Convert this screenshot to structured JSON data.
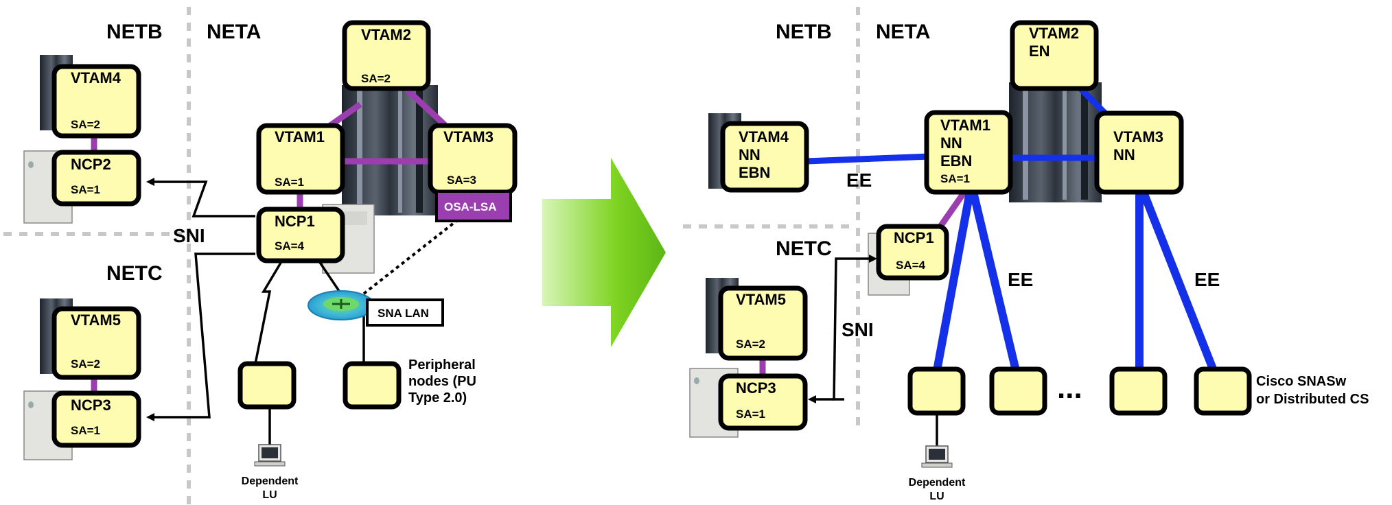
{
  "left": {
    "netb": "NETB",
    "neta": "NETA",
    "netc": "NETC",
    "vtam2": {
      "name": "VTAM2",
      "sa": "SA=2"
    },
    "vtam4": {
      "name": "VTAM4",
      "sa": "SA=2"
    },
    "ncp2": {
      "name": "NCP2",
      "sa": "SA=1"
    },
    "vtam1": {
      "name": "VTAM1",
      "sa": "SA=1"
    },
    "vtam3": {
      "name": "VTAM3",
      "sa": "SA=3"
    },
    "osa": "OSA-LSA",
    "sni": "SNI",
    "ncp1": {
      "name": "NCP1",
      "sa": "SA=4"
    },
    "sna_lan": "SNA LAN",
    "vtam5": {
      "name": "VTAM5",
      "sa": "SA=2"
    },
    "ncp3": {
      "name": "NCP3",
      "sa": "SA=1"
    },
    "peripheral": [
      "Peripheral",
      "nodes (PU",
      "Type 2.0)"
    ],
    "dependent_lu": [
      "Dependent",
      "LU"
    ]
  },
  "right": {
    "netb": "NETB",
    "neta": "NETA",
    "netc": "NETC",
    "vtam2": [
      "VTAM2",
      "EN"
    ],
    "vtam4": [
      "VTAM4",
      "NN",
      "EBN"
    ],
    "vtam1": [
      "VTAM1",
      "NN",
      "EBN"
    ],
    "vtam1_sa": "SA=1",
    "vtam3": [
      "VTAM3",
      "NN"
    ],
    "ee": "EE",
    "ncp1": {
      "name": "NCP1",
      "sa": "SA=4"
    },
    "sni": "SNI",
    "vtam5": {
      "name": "VTAM5",
      "sa": "SA=2"
    },
    "ncp3": {
      "name": "NCP3",
      "sa": "SA=1"
    },
    "ellipsis": "...",
    "cisco": [
      "Cisco SNASw",
      "or Distributed CS"
    ],
    "dependent_lu": [
      "Dependent",
      "LU"
    ]
  },
  "colors": {
    "node_fill": "#fefcb0",
    "link_purple": "#9b3fb0",
    "link_blue": "#1430e8",
    "arrow_green": "#7ed321",
    "osa_fill": "#9b3fb0",
    "divider": "#c8c8c8"
  }
}
